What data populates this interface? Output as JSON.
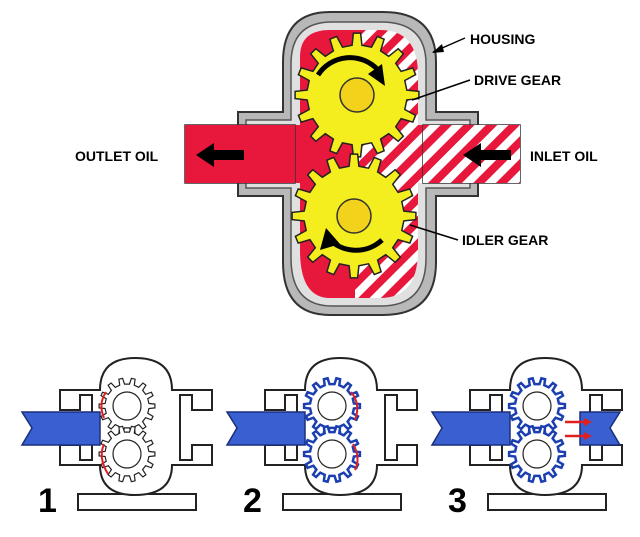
{
  "labels": {
    "housing": "HOUSING",
    "drive_gear": "DRIVE GEAR",
    "outlet_oil": "OUTLET OIL",
    "inlet_oil": "INLET OIL",
    "idler_gear": "IDLER GEAR"
  },
  "steps": [
    "1",
    "2",
    "3"
  ],
  "colors": {
    "gear": "#f5ee1e",
    "hub": "#f2d21a",
    "outlet_oil": "#e8173c",
    "inlet_stripe": "#e8173c",
    "housing": "#b5b5b5",
    "step_fluid": "#3a5fd0",
    "step_arrow": "#e02020"
  }
}
